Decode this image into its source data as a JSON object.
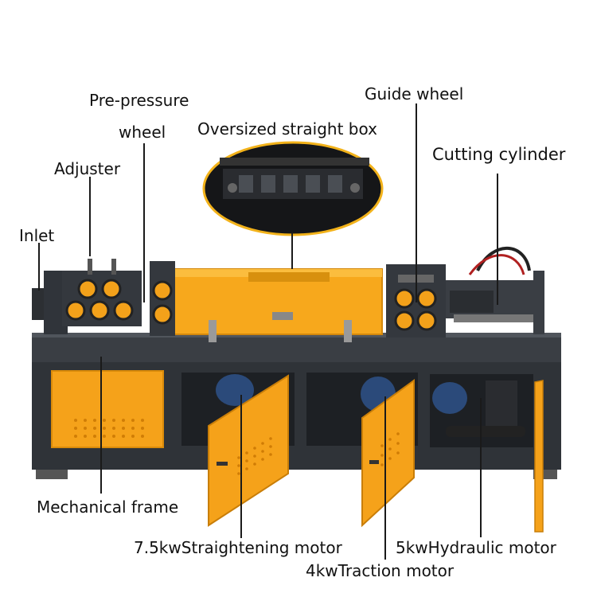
{
  "labels": {
    "pre_pressure_1": "Pre-pressure",
    "pre_pressure_2": "wheel",
    "adjuster": "Adjuster",
    "inlet": "Inlet",
    "oversized_box": "Oversized straight box",
    "guide_wheel": "Guide wheel",
    "cutting_cylinder": "Cutting cylinder",
    "mechanical_frame": "Mechanical frame",
    "straightening_motor": "7.5kwStraightening motor",
    "hydraulic_motor": "5kwHydraulic motor",
    "traction_motor": "4kwTraction motor"
  },
  "colors": {
    "machine_orange": "#f5a21a",
    "frame_dark": "#3b3f45",
    "callout_border": "#f2b21a",
    "wheel_orange": "#f3a11a",
    "leader_line": "#1a1a1a"
  }
}
